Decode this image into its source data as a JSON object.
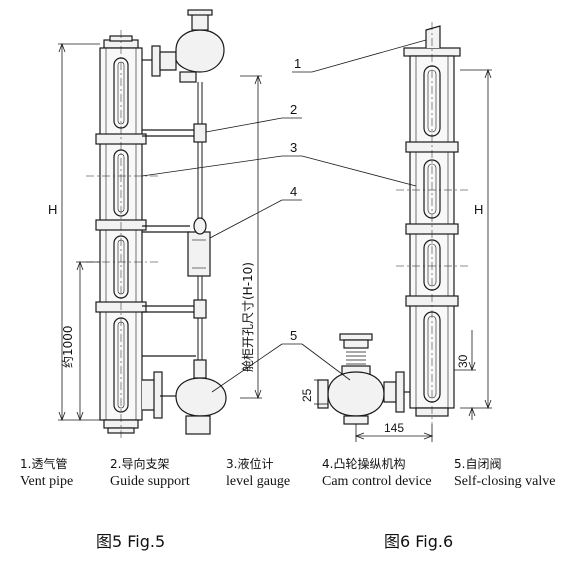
{
  "fig5": {
    "dim_h": "H",
    "dim_1000": "约1000",
    "dim_opening": "舱柜开孔尺寸(H-10)",
    "caption": "图5 Fig.5"
  },
  "fig6": {
    "dim_h": "H",
    "dim_30": "30",
    "dim_25": "25",
    "dim_145": "145",
    "caption": "图6 Fig.6"
  },
  "callouts": [
    "1",
    "2",
    "3",
    "4",
    "5"
  ],
  "legend": [
    {
      "zh": "1.透气管",
      "en": "Vent pipe"
    },
    {
      "zh": "2.导向支架",
      "en": "Guide support"
    },
    {
      "zh": "3.液位计",
      "en": "level gauge"
    },
    {
      "zh": "4.凸轮操纵机构",
      "en": "Cam control device"
    },
    {
      "zh": "5.自闭阀",
      "en": "Self-closing valve"
    }
  ],
  "colors": {
    "line": "#1a1a1a",
    "fill": "#f2f2f2"
  }
}
